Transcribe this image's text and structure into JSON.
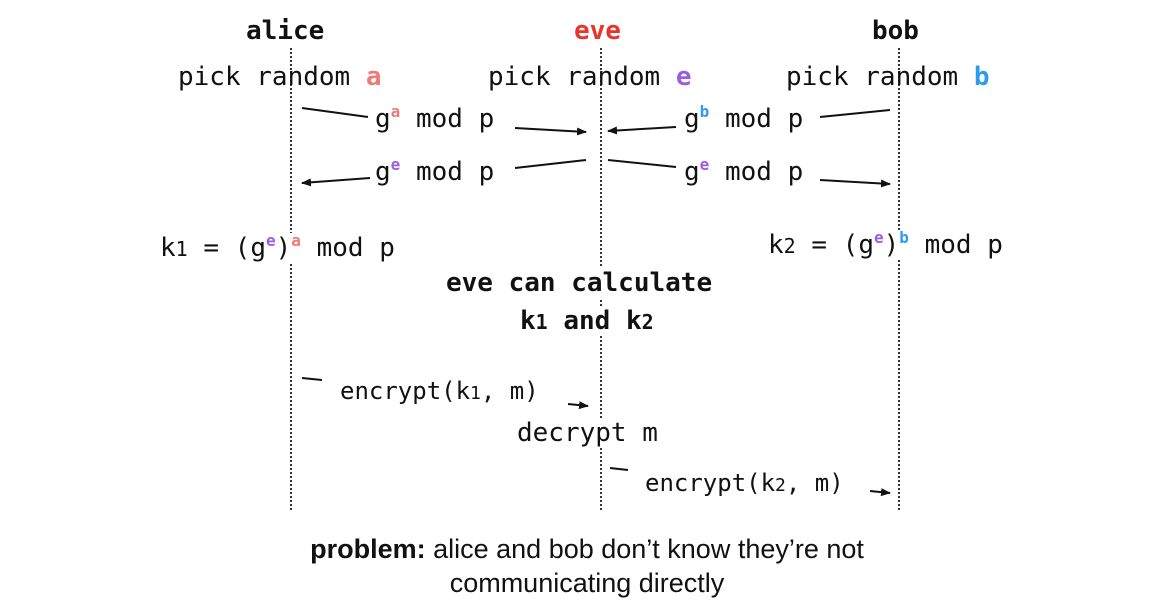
{
  "colors": {
    "alice_var": "#f07a7a",
    "eve_name": "#e8342a",
    "eve_var": "#9b5de5",
    "bob_var": "#2b9cf0",
    "ink": "#111111"
  },
  "participants": {
    "alice": "alice",
    "eve": "eve",
    "bob": "bob"
  },
  "pick": {
    "prefix": "pick random",
    "alice_var": "a",
    "eve_var": "e",
    "bob_var": "b"
  },
  "messages": {
    "g": "g",
    "mod_p": "mod p",
    "a": "a",
    "b": "b",
    "e": "e"
  },
  "keys": {
    "k1_lhs": "k",
    "k1_sub": "1",
    "k2_lhs": "k",
    "k2_sub": "2",
    "eq": "=",
    "open": "(g",
    "close": ")",
    "mod_p": "mod p"
  },
  "eve_note": {
    "line1": "eve can calculate",
    "k": "k",
    "sub1": "1",
    "and": "and",
    "sub2": "2"
  },
  "exchange": {
    "encrypt_open": "encrypt(k",
    "sub1": "1",
    "sub2": "2",
    "encrypt_close": ", m)",
    "decrypt": "decrypt m"
  },
  "footer": {
    "bold": "problem:",
    "line1_rest": " alice and bob don’t know they’re not",
    "line2": "communicating directly"
  }
}
